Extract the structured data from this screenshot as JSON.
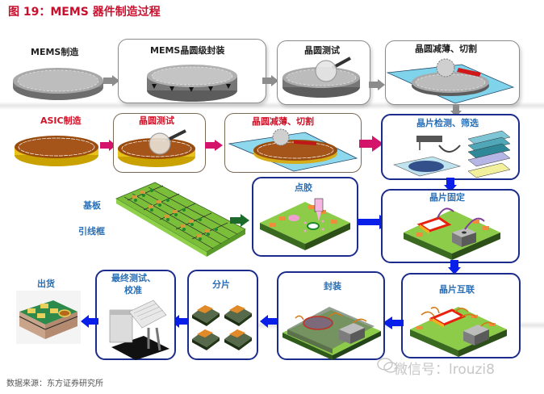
{
  "figure": {
    "title": "图 19：MEMS 器件制造过程",
    "source": "数据来源：东方证券研究所",
    "watermark": "微信号：lrouzi8"
  },
  "steps": {
    "mems_fab": "MEMS制造",
    "mems_wlp": "MEMS晶圆级封装",
    "mems_test": "晶圆测试",
    "mems_thin_cut": "晶圆减薄、切割",
    "asic_fab": "ASIC制造",
    "asic_test": "晶圆测试",
    "asic_thin_cut": "晶圆减薄、切割",
    "die_inspect": "晶片检测、筛选",
    "substrate": "基板",
    "leadframe": "引线框",
    "dispense": "点胶",
    "die_attach": "晶片固定",
    "wire_bond": "晶片互联",
    "encapsulate": "封装",
    "singulate": "分片",
    "final_test": "最终测试、\n校准",
    "final_test_line1": "最终测试、",
    "final_test_line2": "校准",
    "ship": "出货"
  },
  "colors": {
    "title": "#c8102e",
    "mems_label": "#222222",
    "asic_label": "#d0142a",
    "assembly_label": "#2a6fb5",
    "gray_arrow": "#8c8c8c",
    "magenta_arrow": "#d4136a",
    "blue_arrow": "#0a1eea",
    "green_arrow": "#1d6b2b",
    "navy_border": "#1c2c8c"
  },
  "flow": [
    {
      "from": "MEMS制造",
      "to": "MEMS晶圆级封装"
    },
    {
      "from": "MEMS晶圆级封装",
      "to": "晶圆测试"
    },
    {
      "from": "晶圆测试",
      "to": "晶圆减薄、切割"
    },
    {
      "from": "晶圆减薄、切割",
      "to": "晶片检测、筛选"
    },
    {
      "from": "ASIC制造",
      "to": "晶圆测试"
    },
    {
      "from": "晶圆测试",
      "to": "晶圆减薄、切割"
    },
    {
      "from": "晶圆减薄、切割",
      "to": "晶片检测、筛选"
    },
    {
      "from": "基板/引线框",
      "to": "点胶"
    },
    {
      "from": "点胶",
      "to": "晶片固定"
    },
    {
      "from": "晶片检测、筛选",
      "to": "晶片固定"
    },
    {
      "from": "晶片固定",
      "to": "晶片互联"
    },
    {
      "from": "晶片互联",
      "to": "封装"
    },
    {
      "from": "封装",
      "to": "分片"
    },
    {
      "from": "分片",
      "to": "最终测试、校准"
    },
    {
      "from": "最终测试、校准",
      "to": "出货"
    }
  ]
}
